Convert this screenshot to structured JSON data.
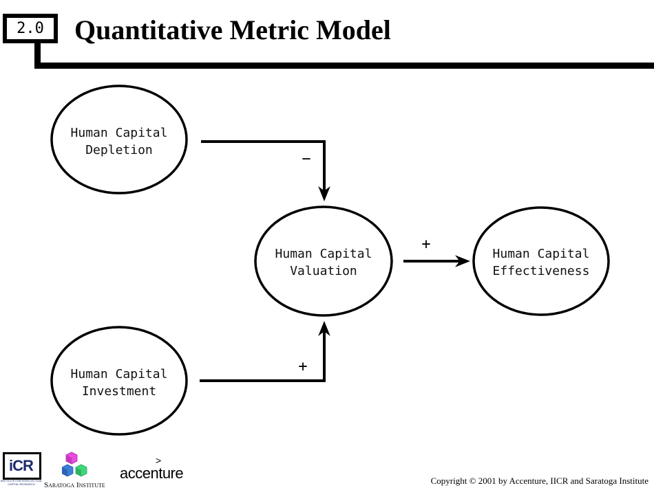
{
  "header": {
    "badge": "2.0",
    "title": "Quantitative Metric Model"
  },
  "diagram": {
    "nodes": {
      "depletion": [
        "Human Capital",
        "Depletion"
      ],
      "investment": [
        "Human Capital",
        "Investment"
      ],
      "valuation": [
        "Human Capital",
        "Valuation"
      ],
      "effectiveness": [
        "Human Capital",
        "Effectiveness"
      ]
    },
    "edges": {
      "depletion_to_valuation": "−",
      "investment_to_valuation": "+",
      "valuation_to_effectiveness": "+"
    }
  },
  "footer": {
    "logos": {
      "icr": "iCR",
      "icr_sub": "INSTITUTE FOR INTELLECTUAL CAPITAL RESEARCH",
      "saratoga": "Saratoga Institute",
      "accenture": "accenture",
      "accenture_mark": ">"
    },
    "copyright": "Copyright © 2001 by Accenture, IICR and Saratoga Institute"
  },
  "colors": {
    "ink": "#000000",
    "background": "#ffffff",
    "cube_pink": "#e94be0",
    "cube_blue": "#3b7fd9",
    "cube_green": "#3fd77a",
    "icr_blue": "#1b2a6b"
  }
}
